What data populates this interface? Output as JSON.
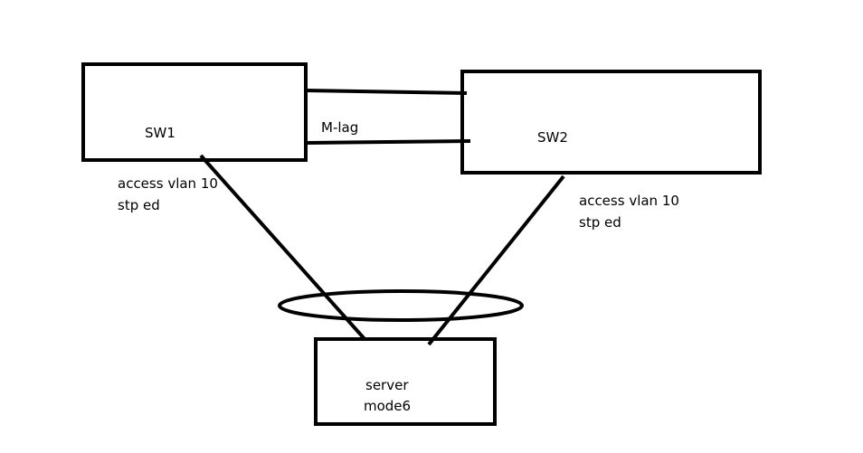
{
  "diagram": {
    "line_color": "#000000",
    "background_color": "#ffffff",
    "nodes": {
      "sw1": {
        "label": "SW1"
      },
      "sw2": {
        "label": "SW2"
      },
      "server": {
        "label_line1": "server",
        "label_line2": "mode6"
      }
    },
    "links": {
      "mlag": {
        "label": "M-lag"
      }
    },
    "annotations": {
      "sw1_port": {
        "line1": "access vlan 10",
        "line2": "stp ed"
      },
      "sw2_port": {
        "line1": "access vlan 10",
        "line2": "stp ed"
      }
    }
  }
}
